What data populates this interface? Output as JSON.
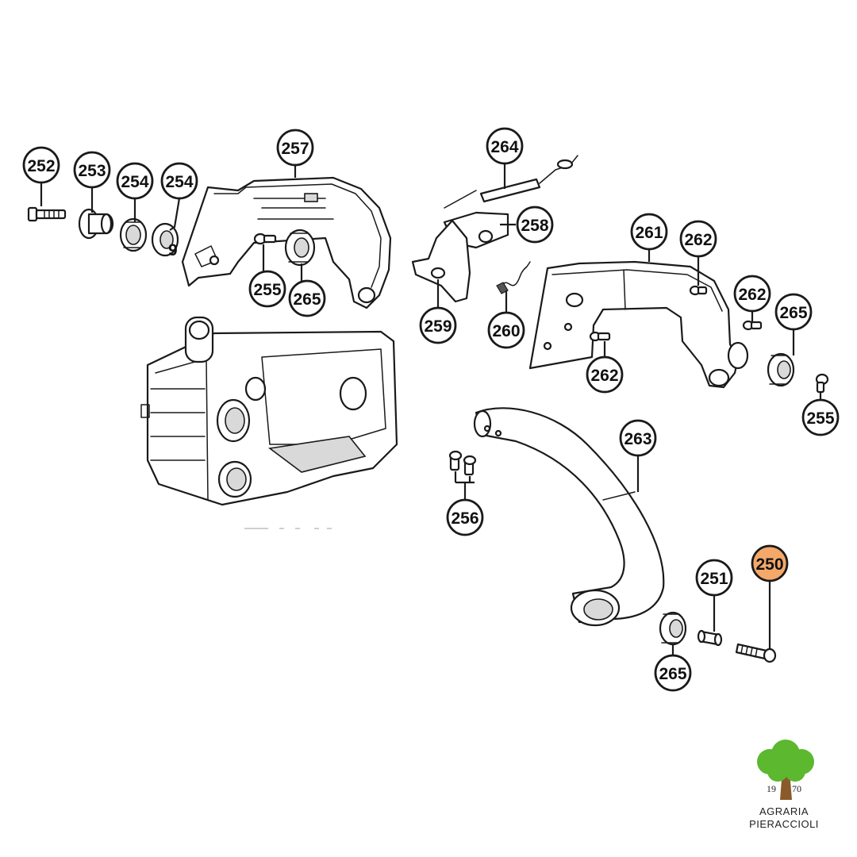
{
  "callouts": [
    {
      "id": "c252",
      "label": "252"
    },
    {
      "id": "c253",
      "label": "253"
    },
    {
      "id": "c254a",
      "label": "254"
    },
    {
      "id": "c254b",
      "label": "254"
    },
    {
      "id": "c257",
      "label": "257"
    },
    {
      "id": "c255a",
      "label": "255"
    },
    {
      "id": "c265a",
      "label": "265"
    },
    {
      "id": "c264",
      "label": "264"
    },
    {
      "id": "c258",
      "label": "258"
    },
    {
      "id": "c259",
      "label": "259"
    },
    {
      "id": "c260",
      "label": "260"
    },
    {
      "id": "c261",
      "label": "261"
    },
    {
      "id": "c262a",
      "label": "262"
    },
    {
      "id": "c262b",
      "label": "262"
    },
    {
      "id": "c262c",
      "label": "262"
    },
    {
      "id": "c265b",
      "label": "265"
    },
    {
      "id": "c255b",
      "label": "255"
    },
    {
      "id": "c263",
      "label": "263"
    },
    {
      "id": "c256",
      "label": "256"
    },
    {
      "id": "c251",
      "label": "251"
    },
    {
      "id": "c250",
      "label": "250",
      "highlighted": true
    },
    {
      "id": "c265c",
      "label": "265"
    }
  ],
  "stray_label": "9",
  "colors": {
    "highlight": "#f4a86a",
    "ink": "#1a1a1a",
    "tree_green": "#5cb82e",
    "trunk": "#8a5a2b"
  },
  "logo": {
    "year_left": "19",
    "year_right": "70",
    "line1": "AGRARIA",
    "line2": "PIERACCIOLI"
  }
}
